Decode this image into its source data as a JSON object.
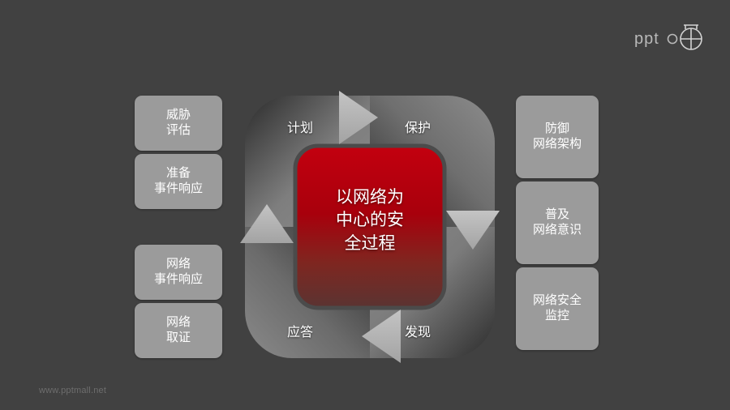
{
  "slide": {
    "background_color": "#414141",
    "footer_watermark": "www.pptmall.net"
  },
  "logo": {
    "text": "ppt",
    "mark_name": "pptmall-circle-mark"
  },
  "cycle": {
    "center_text": "以网络为\n中心的安\n全过程",
    "center_color_top": "#c2000e",
    "center_color_bottom": "#5b3533",
    "arrow_color": "#b6b6b6",
    "quadrants": [
      {
        "id": "plan",
        "label": "计划",
        "position": "top-left"
      },
      {
        "id": "protect",
        "label": "保护",
        "position": "top-right"
      },
      {
        "id": "detect",
        "label": "发现",
        "position": "bottom-right"
      },
      {
        "id": "respond",
        "label": "应答",
        "position": "bottom-left"
      }
    ],
    "arrows": [
      {
        "id": "top-arrow",
        "direction": "right"
      },
      {
        "id": "right-arrow",
        "direction": "down"
      },
      {
        "id": "bottom-arrow",
        "direction": "left"
      },
      {
        "id": "left-arrow",
        "direction": "up"
      }
    ]
  },
  "left_boxes": [
    {
      "id": "threat-assessment",
      "label": "威胁\n评估"
    },
    {
      "id": "incident-readiness",
      "label": "准备\n事件响应"
    },
    {
      "id": "network-incident-response",
      "label": "网络\n事件响应"
    },
    {
      "id": "network-forensics",
      "label": "网络\n取证"
    }
  ],
  "right_boxes": [
    {
      "id": "defensive-network-architecture",
      "label": "防御\n网络架构"
    },
    {
      "id": "network-awareness",
      "label": "普及\n网络意识"
    },
    {
      "id": "network-security-monitoring",
      "label": "网络安全\n监控"
    }
  ],
  "colors": {
    "pill_fill": "#9b9b9b",
    "pill_text": "#ffffff",
    "background": "#414141",
    "footer_text": "#6d6d6d"
  }
}
